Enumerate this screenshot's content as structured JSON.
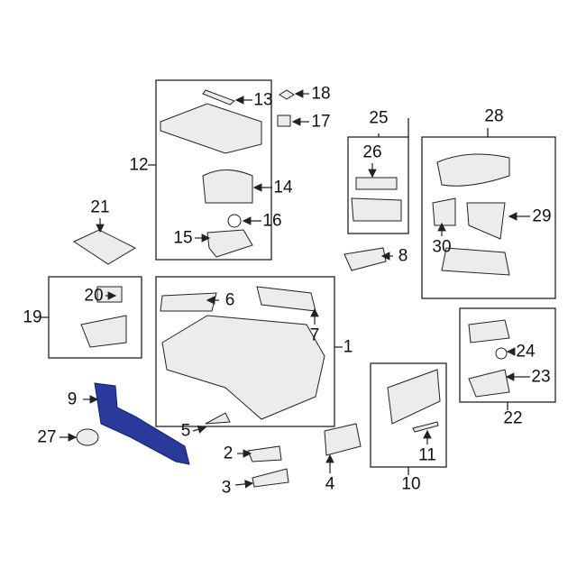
{
  "labels": {
    "p1": "1",
    "p2": "2",
    "p3": "3",
    "p4": "4",
    "p5": "5",
    "p6": "6",
    "p7": "7",
    "p8": "8",
    "p9": "9",
    "p10": "10",
    "p11": "11",
    "p12": "12",
    "p13": "13",
    "p14": "14",
    "p15": "15",
    "p16": "16",
    "p17": "17",
    "p18": "18",
    "p19": "19",
    "p20": "20",
    "p21": "21",
    "p22": "22",
    "p23": "23",
    "p24": "24",
    "p25": "25",
    "p26": "26",
    "p27": "27",
    "p28": "28",
    "p29": "29",
    "p30": "30"
  },
  "colors": {
    "highlight": "#2a3a9a",
    "line": "#222222",
    "part_fill": "#ececec"
  }
}
